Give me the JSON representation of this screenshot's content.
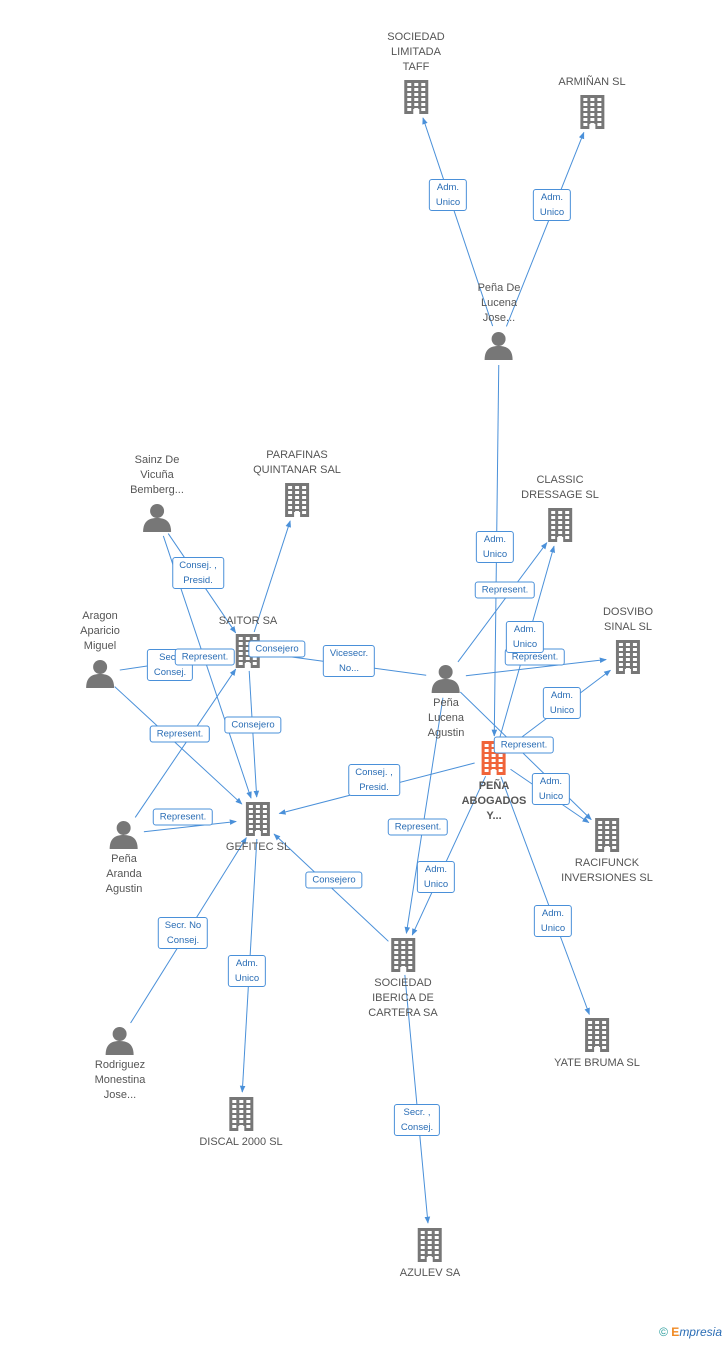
{
  "colors": {
    "edge": "#4a90d9",
    "node": "#777777",
    "main": "#f0643a"
  },
  "nodes": [
    {
      "id": "taff",
      "type": "company",
      "label": "SOCIEDAD\nLIMITADA\nTAFF"
    },
    {
      "id": "arminan",
      "type": "company",
      "label": "ARMIÑAN SL"
    },
    {
      "id": "pdl",
      "type": "person",
      "label": "Peña De\nLucena\nJose..."
    },
    {
      "id": "sainz",
      "type": "person",
      "label": "Sainz De\nVicuña\nBemberg..."
    },
    {
      "id": "parafinas",
      "type": "company",
      "label": "PARAFINAS\nQUINTANAR SAL"
    },
    {
      "id": "classic",
      "type": "company",
      "label": "CLASSIC\nDRESSAGE SL"
    },
    {
      "id": "aragon",
      "type": "person",
      "label": "Aragon\nAparicio\nMiguel"
    },
    {
      "id": "saitor",
      "type": "company",
      "label": "SAITOR SA"
    },
    {
      "id": "dosvibo",
      "type": "company",
      "label": "DOSVIBO\nSINAL SL"
    },
    {
      "id": "plagustin",
      "type": "person",
      "label": "Peña\nLucena\nAgustin"
    },
    {
      "id": "main",
      "type": "main",
      "label": "PEÑA\nABOGADOS\nY..."
    },
    {
      "id": "paagustin",
      "type": "person",
      "label": "Peña\nAranda\nAgustin"
    },
    {
      "id": "gefitec",
      "type": "company",
      "label": "GEFITEC  SL"
    },
    {
      "id": "racifunck",
      "type": "company",
      "label": "RACIFUNCK\nINVERSIONES SL"
    },
    {
      "id": "ibercartera",
      "type": "company",
      "label": "SOCIEDAD\nIBERICA DE\nCARTERA SA"
    },
    {
      "id": "rodriguez",
      "type": "person",
      "label": "Rodriguez\nMonestina\nJose..."
    },
    {
      "id": "yate",
      "type": "company",
      "label": "YATE BRUMA SL"
    },
    {
      "id": "discal",
      "type": "company",
      "label": "DISCAL 2000 SL"
    },
    {
      "id": "azulev",
      "type": "company",
      "label": "AZULEV SA"
    }
  ],
  "edges": [
    {
      "from": "pdl",
      "to": "taff",
      "label": "Adm.\nUnico"
    },
    {
      "from": "pdl",
      "to": "arminan",
      "label": "Adm.\nUnico"
    },
    {
      "from": "pdl",
      "to": "main",
      "label": "Adm.\nUnico"
    },
    {
      "from": "sainz",
      "to": "saitor",
      "label": "Consej. ,\nPresid."
    },
    {
      "from": "sainz",
      "to": "gefitec",
      "label": ""
    },
    {
      "from": "aragon",
      "to": "saitor",
      "label": "Secr.\nConsej."
    },
    {
      "from": "aragon",
      "to": "gefitec",
      "label": "Represent."
    },
    {
      "from": "saitor",
      "to": "parafinas",
      "label": "Consejero"
    },
    {
      "from": "saitor",
      "to": "gefitec",
      "label": "Consejero"
    },
    {
      "from": "plagustin",
      "to": "saitor",
      "label": "Vicesecr.\nNo..."
    },
    {
      "from": "plagustin",
      "to": "classic",
      "label": "Represent."
    },
    {
      "from": "plagustin",
      "to": "dosvibo",
      "label": "Represent."
    },
    {
      "from": "plagustin",
      "to": "racifunck",
      "label": ""
    },
    {
      "from": "plagustin",
      "to": "ibercartera",
      "label": "Represent."
    },
    {
      "from": "paagustin",
      "to": "saitor",
      "label": "Represent."
    },
    {
      "from": "paagustin",
      "to": "gefitec",
      "label": "Represent."
    },
    {
      "from": "main",
      "to": "classic",
      "label": "Adm.\nUnico"
    },
    {
      "from": "main",
      "to": "dosvibo",
      "label": "Adm.\nUnico"
    },
    {
      "from": "main",
      "to": "racifunck",
      "label": "Adm.\nUnico"
    },
    {
      "from": "main",
      "to": "gefitec",
      "label": "Consej. ,\nPresid."
    },
    {
      "from": "main",
      "to": "ibercartera",
      "label": "Adm.\nUnico"
    },
    {
      "from": "main",
      "to": "yate",
      "label": "Adm.\nUnico"
    },
    {
      "from": "ibercartera",
      "to": "gefitec",
      "label": "Consejero"
    },
    {
      "from": "ibercartera",
      "to": "azulev",
      "label": "Secr. ,\nConsej."
    },
    {
      "from": "rodriguez",
      "to": "gefitec",
      "label": "Secr.  No\nConsej."
    },
    {
      "from": "gefitec",
      "to": "discal",
      "label": "Adm.\nUnico"
    }
  ],
  "extra_labels": [
    "Represent.",
    "Represent."
  ],
  "footer": {
    "copyright": "©",
    "brand": "mpresia",
    "brand_e": "E"
  }
}
